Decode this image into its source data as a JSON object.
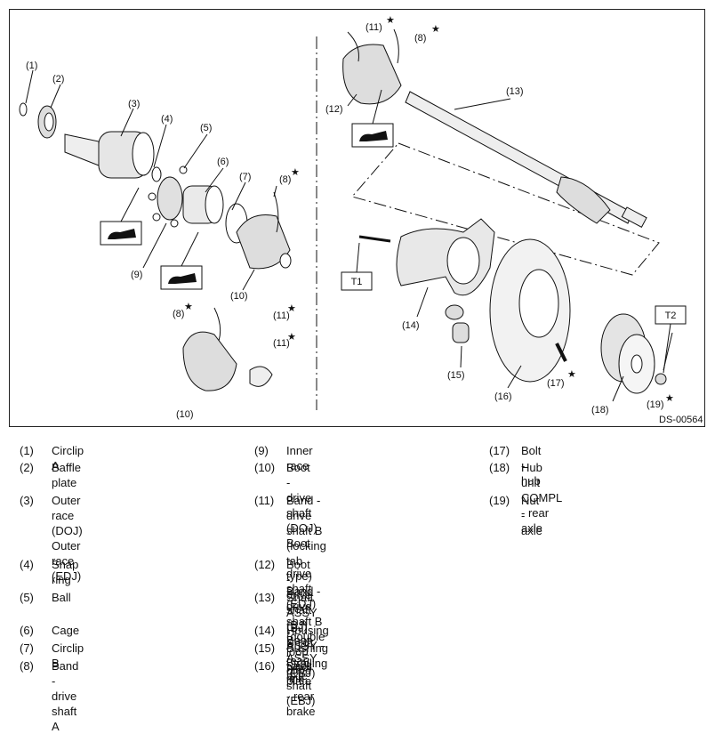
{
  "figure": {
    "code": "DS-00564",
    "torque_labels": [
      "T1",
      "T2"
    ],
    "callouts": [
      "(1)",
      "(2)",
      "(3)",
      "(4)",
      "(5)",
      "(6)",
      "(7)",
      "(8)",
      "(8)",
      "(8)",
      "(9)",
      "(10)",
      "(10)",
      "(11)",
      "(11)",
      "(11)",
      "(12)",
      "(13)",
      "(14)",
      "(15)",
      "(16)",
      "(17)",
      "(18)",
      "(19)"
    ],
    "star": "★"
  },
  "legend": [
    {
      "num": "(1)",
      "text": "Circlip A"
    },
    {
      "num": "(2)",
      "text": "Baffle plate"
    },
    {
      "num": "(3)",
      "text": "Outer race (DOJ)\nOuter race (EDJ)"
    },
    {
      "num": "(4)",
      "text": "Snap ring"
    },
    {
      "num": "(5)",
      "text": "Ball"
    },
    {
      "num": "(6)",
      "text": "Cage"
    },
    {
      "num": "(7)",
      "text": "Circlip B"
    },
    {
      "num": "(8)",
      "text": "Band - drive shaft A"
    },
    {
      "num": "(9)",
      "text": "Inner race"
    },
    {
      "num": "(10)",
      "text": "Boot - drive shaft (DOJ)\nBoot - drive shaft (EDJ)"
    },
    {
      "num": "(11)",
      "text": "Band - drive shaft B (locking tab\ntype)\nBand - drive shaft B (double loop\ntype)"
    },
    {
      "num": "(12)",
      "text": "Boot - drive shaft (BJ)\nBoot - drive shaft (EBJ)"
    },
    {
      "num": "(13)",
      "text": "Shaft ASSY (BJ)\nShaft ASSY (EBJ)"
    },
    {
      "num": "(14)",
      "text": "Housing ASSY - rear axle"
    },
    {
      "num": "(15)",
      "text": "Bushing - trailing link"
    },
    {
      "num": "(16)",
      "text": "Back plate - rear brake"
    },
    {
      "num": "(17)",
      "text": "Bolt - hub"
    },
    {
      "num": "(18)",
      "text": "Hub unit COMPL - rear axle"
    },
    {
      "num": "(19)",
      "text": "Nut - axle"
    }
  ]
}
